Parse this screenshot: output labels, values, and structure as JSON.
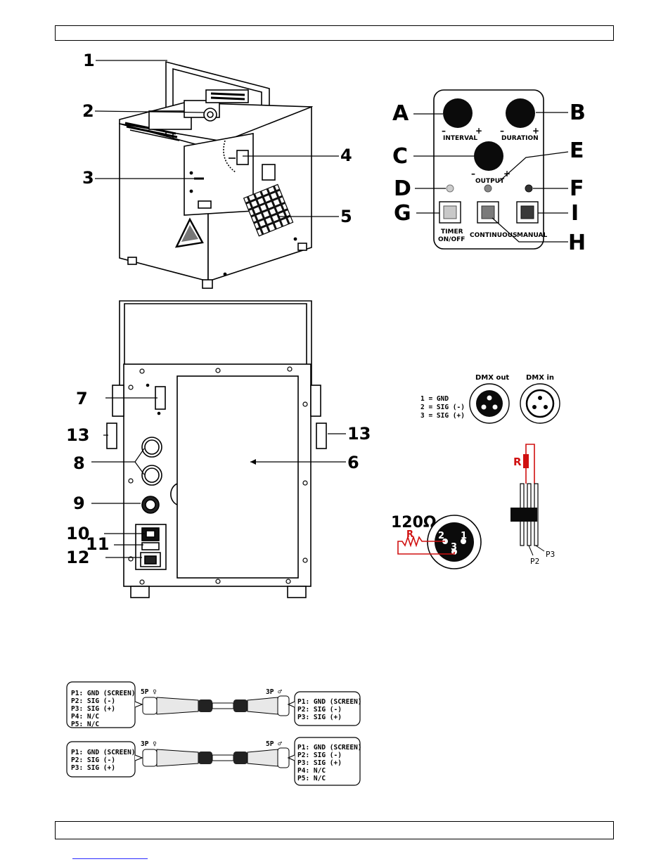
{
  "device_front": {
    "callouts": [
      "1",
      "2",
      "3",
      "4",
      "5"
    ]
  },
  "control_panel": {
    "labels": [
      "A",
      "B",
      "C",
      "D",
      "E",
      "F",
      "G",
      "H",
      "I"
    ],
    "knob_interval": "INTERVAL",
    "knob_duration": "DURATION",
    "knob_output": "OUTPUT",
    "minus": "–",
    "plus": "+",
    "btn_timer_line1": "TIMER",
    "btn_timer_line2": "ON/OFF",
    "btn_continuous": "CONTINUOUS",
    "btn_manual": "MANUAL"
  },
  "device_back": {
    "callouts": [
      "7",
      "13",
      "8",
      "6",
      "9",
      "10",
      "11",
      "12",
      "13"
    ]
  },
  "dmx_pinout": {
    "legend": [
      "1 = GND",
      "2 = SIG (-)",
      "3 = SIG (+)"
    ],
    "out_label": "DMX out",
    "in_label": "DMX in"
  },
  "terminator": {
    "resistance": "120Ω",
    "resistor_label": "R",
    "pins": [
      "1",
      "2",
      "3"
    ],
    "p2": "P2",
    "p3": "P3"
  },
  "adapters": {
    "cable1_left_label": "5P ♀",
    "cable1_right_label": "3P ♂",
    "cable1_left_pins": [
      "P1: GND (SCREEN)",
      "P2: SIG (-)",
      "P3: SIG (+)",
      "P4: N/C",
      "P5: N/C"
    ],
    "cable1_right_pins": [
      "P1: GND (SCREEN)",
      "P2: SIG (-)",
      "P3: SIG (+)"
    ],
    "cable2_left_label": "3P ♀",
    "cable2_right_label": "5P ♂",
    "cable2_left_pins": [
      "P1: GND (SCREEN)",
      "P2: SIG (-)",
      "P3: SIG (+)"
    ],
    "cable2_right_pins": [
      "P1: GND (SCREEN)",
      "P2: SIG (-)",
      "P3: SIG (+)",
      "P4: N/C",
      "P5: N/C"
    ]
  }
}
